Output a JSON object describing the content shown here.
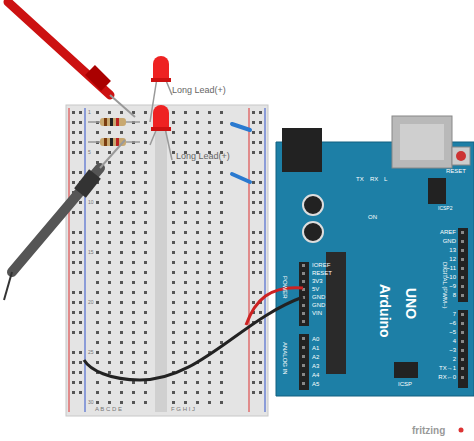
{
  "diagram": {
    "labels": [
      "Long Lead(+)",
      "Long Lead(+)",
      "Arduino",
      "UNO",
      "RESET",
      "ICSP2",
      "AREF",
      "GND",
      "13",
      "12",
      "~11",
      "~10",
      "~9",
      "8",
      "7",
      "~6",
      "~5",
      "4",
      "~3",
      "2",
      "TX→1",
      "RX←0",
      "DIGITAL (PWM~)",
      "IOREF",
      "RESET",
      "3V3",
      "5V",
      "GND",
      "GND",
      "VIN",
      "POWER",
      "A0",
      "A1",
      "A2",
      "A3",
      "A4",
      "A5",
      "ANALOG IN",
      "ICSP",
      "TX",
      "RX",
      "L",
      "ON",
      "A B C D E",
      "F G H I J",
      "1",
      "5",
      "10",
      "15",
      "20",
      "25",
      "30",
      "fritzing"
    ]
  }
}
